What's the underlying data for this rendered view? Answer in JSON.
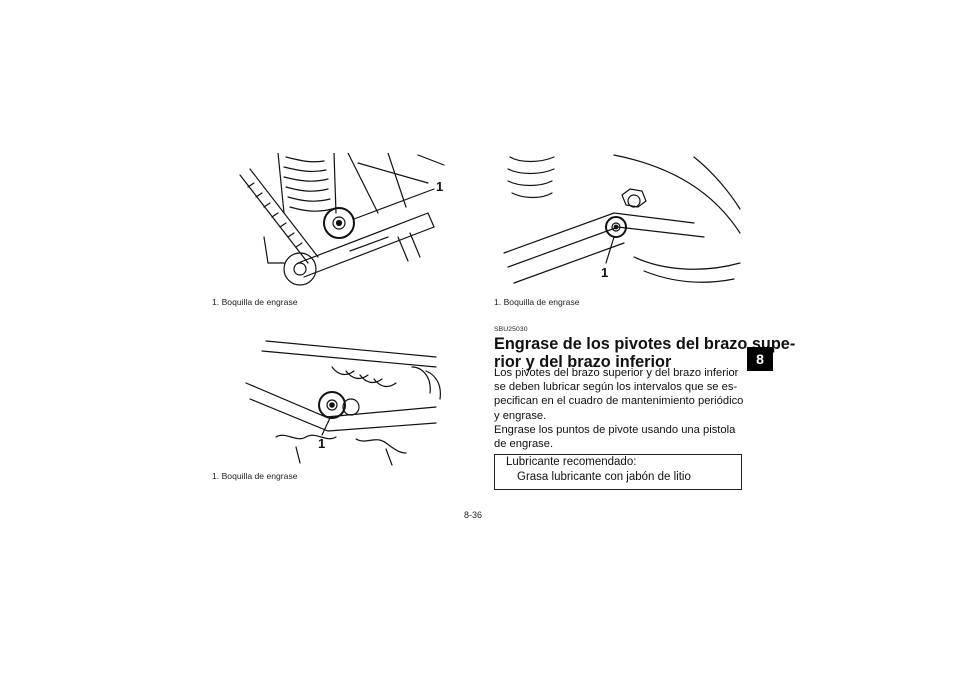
{
  "figures": {
    "top_left": {
      "caption_number": "1.",
      "caption_text": "Boquilla de engrase",
      "callout": "1"
    },
    "bottom_left": {
      "caption_number": "1.",
      "caption_text": "Boquilla de engrase",
      "callout": "1"
    },
    "top_right": {
      "caption_number": "1.",
      "caption_text": "Boquilla de engrase",
      "callout": "1"
    }
  },
  "section": {
    "doc_id": "SBU25030",
    "title_lines": [
      "Engrase de los pivotes del brazo supe-",
      "rior y del brazo inferior"
    ],
    "body_lines": [
      "Los pivotes del brazo superior y del brazo inferior",
      "se deben lubricar según los intervalos que se es-",
      "pecifican en el cuadro de mantenimiento periódico",
      "y engrase.",
      "Engrase los puntos de pivote usando una pistola",
      "de engrase."
    ]
  },
  "lubricant_box": {
    "title": "Lubricante recomendado:",
    "value": "Grasa lubricante con jabón de litio"
  },
  "footer": {
    "page_number": "8-36"
  },
  "chapter_tab": {
    "label": "8"
  }
}
